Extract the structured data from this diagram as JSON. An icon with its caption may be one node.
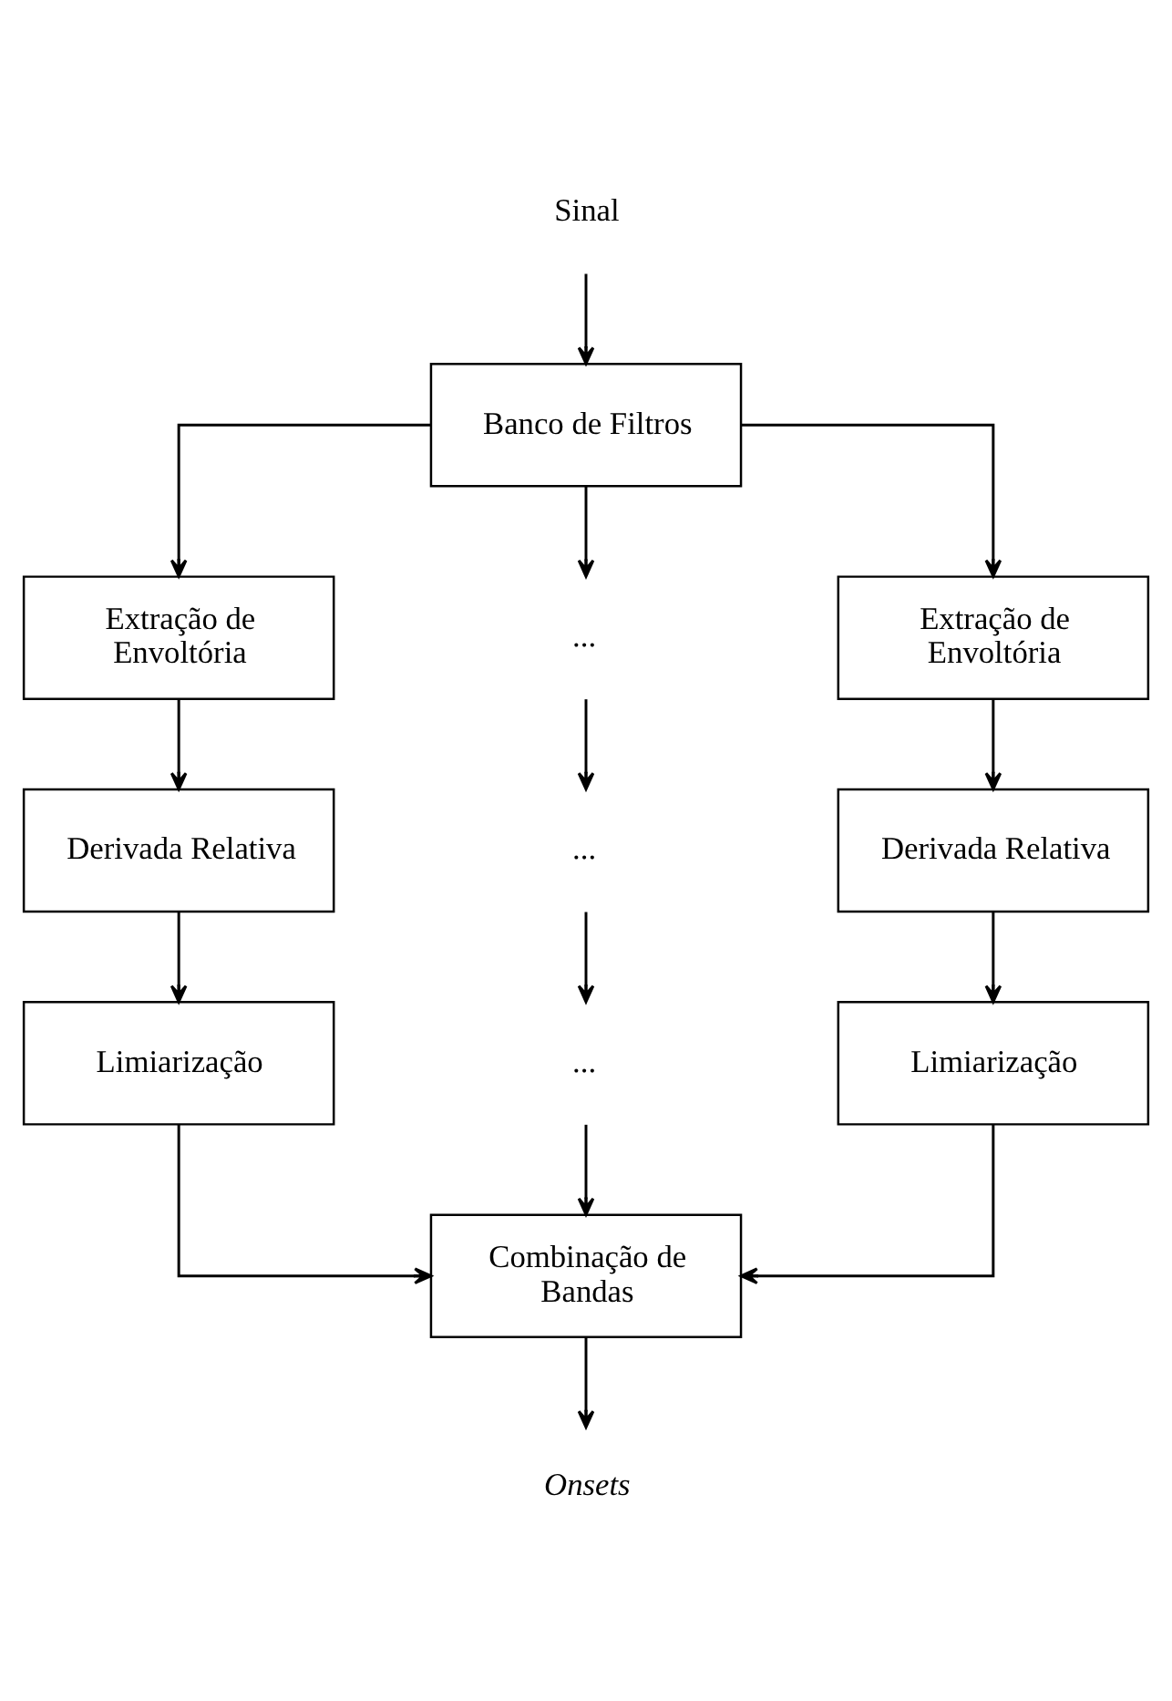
{
  "diagram": {
    "nodes": [
      {
        "text": [
          "Sinal"
        ]
      },
      {
        "text": [
          "Banco de Filtros"
        ]
      },
      {
        "text": [
          "Extração de Envoltória"
        ]
      },
      {
        "text": [
          "..."
        ]
      },
      {
        "text": [
          "Extração de Envoltória"
        ]
      },
      {
        "text": [
          "Derivada Relativa"
        ]
      },
      {
        "text": [
          "..."
        ]
      },
      {
        "text": [
          "Derivada Relativa"
        ]
      },
      {
        "text": [
          "Limiarização"
        ]
      },
      {
        "text": [
          "..."
        ]
      },
      {
        "text": [
          "Limiarização"
        ]
      },
      {
        "text": [
          "Combinação de Bandas"
        ]
      },
      {
        "text": [
          "Onsets"
        ]
      }
    ],
    "edges": [
      {
        "from": 0,
        "to": 1,
        "arrow": "to"
      },
      {
        "from": 1,
        "to": 2,
        "arrow": "to"
      },
      {
        "from": 1,
        "to": 3,
        "arrow": "to"
      },
      {
        "from": 1,
        "to": 4,
        "arrow": "to"
      },
      {
        "from": 2,
        "to": 5,
        "arrow": "to"
      },
      {
        "from": 3,
        "to": 6,
        "arrow": "to"
      },
      {
        "from": 4,
        "to": 7,
        "arrow": "to"
      },
      {
        "from": 5,
        "to": 8,
        "arrow": "to"
      },
      {
        "from": 6,
        "to": 9,
        "arrow": "to"
      },
      {
        "from": 7,
        "to": 10,
        "arrow": "to"
      },
      {
        "from": 8,
        "to": 11,
        "arrow": "to"
      },
      {
        "from": 9,
        "to": 11,
        "arrow": "to"
      },
      {
        "from": 10,
        "to": 11,
        "arrow": "to"
      },
      {
        "from": 11,
        "to": 12,
        "arrow": "to"
      }
    ]
  }
}
